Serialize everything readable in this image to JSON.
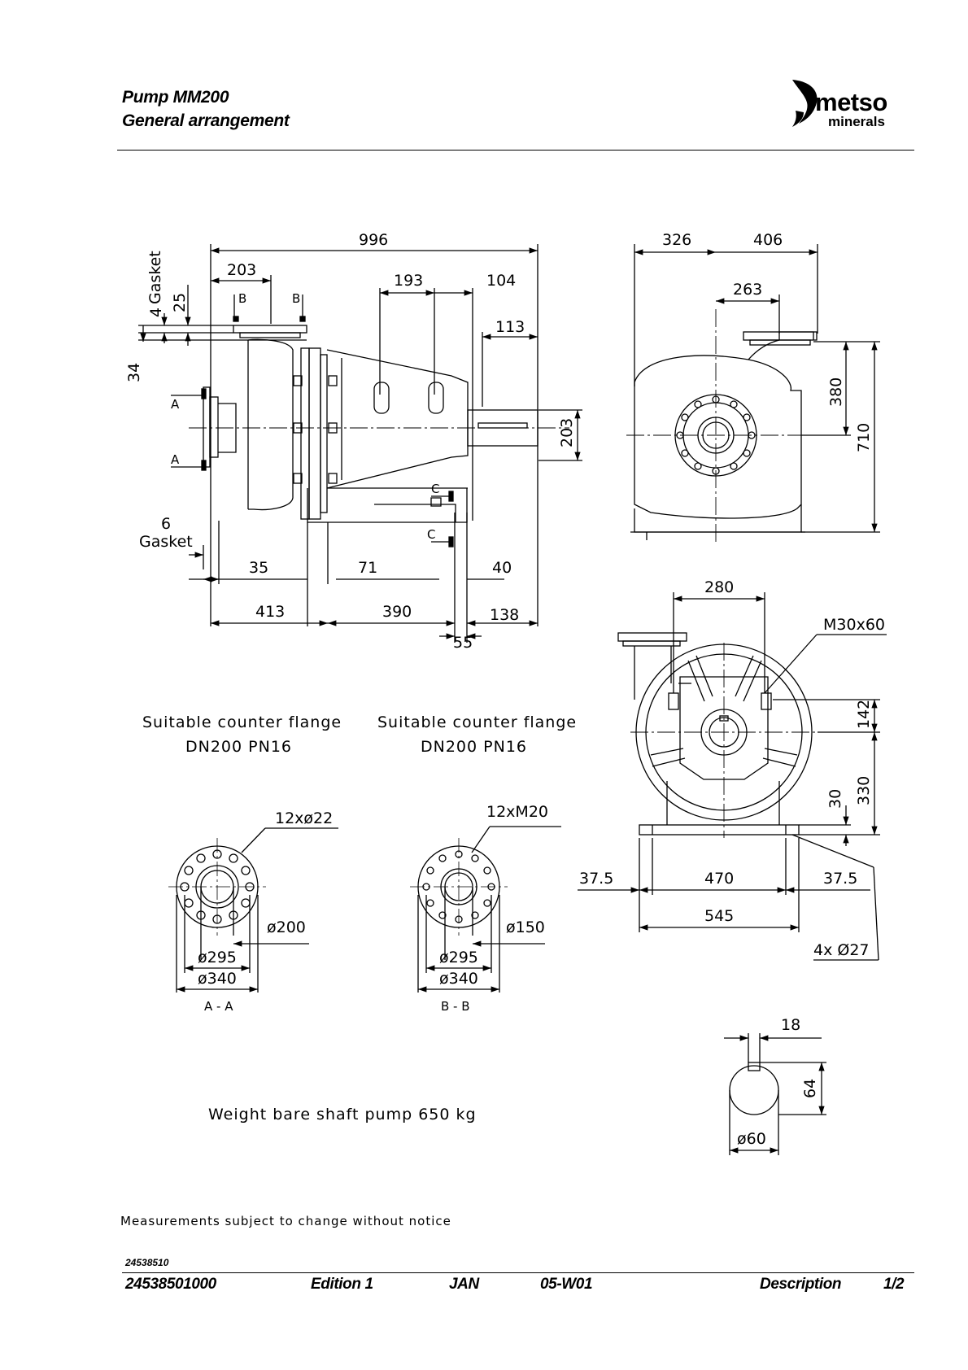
{
  "header": {
    "title_line1": "Pump MM200",
    "title_line2": "General arrangement"
  },
  "logo": {
    "brand": "metso",
    "division": "minerals"
  },
  "side_view": {
    "dims": {
      "overall": "996",
      "d203_top": "203",
      "d193": "193",
      "d104": "104",
      "d113": "113",
      "d203_right": "203",
      "d25": "25",
      "d4": "4",
      "d34": "34",
      "d35": "35",
      "d71": "71",
      "d40": "40",
      "d413": "413",
      "d390": "390",
      "d138": "138",
      "d55": "55",
      "d6": "6"
    },
    "labels": {
      "gasket_top": "Gasket",
      "gasket_bottom": "Gasket",
      "sec_b1": "B",
      "sec_b2": "B",
      "sec_a1": "A",
      "sec_a2": "A",
      "sec_c1": "C",
      "sec_c2": "C"
    }
  },
  "end_view": {
    "dims": {
      "d326": "326",
      "d406": "406",
      "d263": "263",
      "d380": "380",
      "d710": "710"
    }
  },
  "front_view": {
    "dims": {
      "d280": "280",
      "bolt": "M30x60",
      "d142": "142",
      "d330": "330",
      "d30": "30",
      "d37_5_left": "37.5",
      "d470": "470",
      "d37_5_right": "37.5",
      "d545": "545",
      "holes": "4x  Ø27"
    }
  },
  "counter_flange": {
    "line1": "Suitable counter flange",
    "line2": "DN200 PN16"
  },
  "section_aa": {
    "holes": "12xø22",
    "d_inner": "ø200",
    "d_pcd": "ø295",
    "d_outer": "ø340",
    "label": "A - A"
  },
  "section_bb": {
    "holes": "12xM20",
    "d_inner": "ø150",
    "d_pcd": "ø295",
    "d_outer": "ø340",
    "label": "B - B"
  },
  "shaft": {
    "key": "18",
    "height": "64",
    "diameter": "ø60"
  },
  "weight_note": "Weight bare shaft pump 650 kg",
  "disclaimer": "Measurements subject to change without notice",
  "footer": {
    "short_id": "24538510",
    "doc_no": "24538501000",
    "edition": "Edition 1",
    "month": "JAN",
    "code": "05-W01",
    "type": "Description",
    "page": "1/2"
  }
}
